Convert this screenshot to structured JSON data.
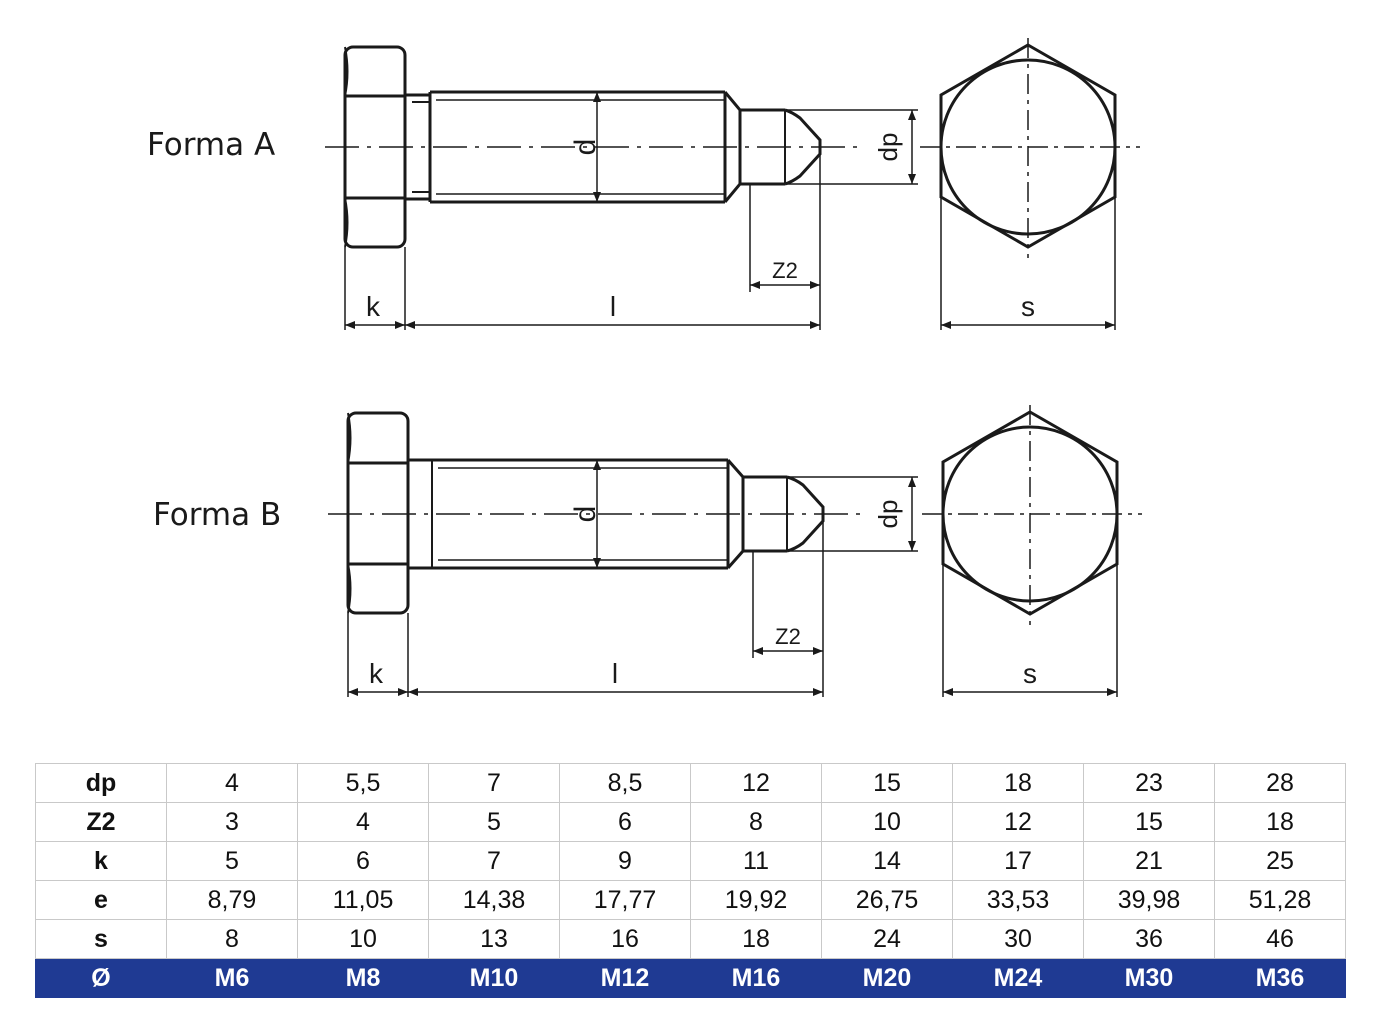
{
  "forms": [
    {
      "label": "Forma A"
    },
    {
      "label": "Forma B"
    }
  ],
  "dimensions": {
    "d": "d",
    "dp": "dp",
    "z2": "Z2",
    "k": "k",
    "l": "l",
    "s": "s"
  },
  "table": {
    "rows": [
      {
        "header": "dp",
        "values": [
          "4",
          "5,5",
          "7",
          "8,5",
          "12",
          "15",
          "18",
          "23",
          "28"
        ]
      },
      {
        "header": "Z2",
        "values": [
          "3",
          "4",
          "5",
          "6",
          "8",
          "10",
          "12",
          "15",
          "18"
        ]
      },
      {
        "header": "k",
        "values": [
          "5",
          "6",
          "7",
          "9",
          "11",
          "14",
          "17",
          "21",
          "25"
        ]
      },
      {
        "header": "e",
        "values": [
          "8,79",
          "11,05",
          "14,38",
          "17,77",
          "19,92",
          "26,75",
          "33,53",
          "39,98",
          "51,28"
        ]
      },
      {
        "header": "s",
        "values": [
          "8",
          "10",
          "13",
          "16",
          "18",
          "24",
          "30",
          "36",
          "46"
        ]
      }
    ],
    "size_row": {
      "header": "Ø",
      "values": [
        "M6",
        "M8",
        "M10",
        "M12",
        "M16",
        "M20",
        "M24",
        "M30",
        "M36"
      ]
    },
    "size_row_color": "#1f3a93"
  }
}
